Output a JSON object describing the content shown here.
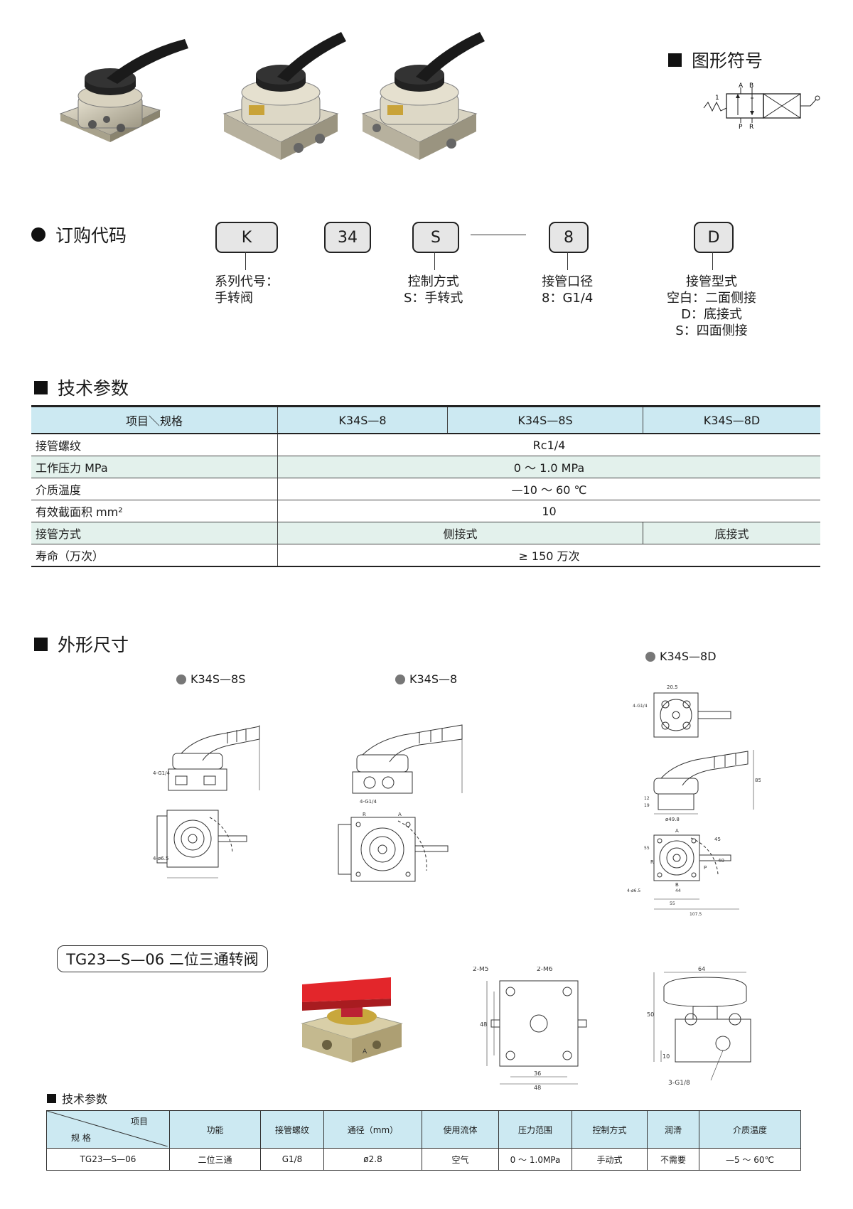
{
  "symbol_section": {
    "title": "图形符号",
    "ports": {
      "a": "A",
      "b": "B",
      "p": "P",
      "r": "R",
      "one": "1"
    }
  },
  "order_code": {
    "title": "订购代码",
    "boxes": [
      "K",
      "34",
      "S",
      "8",
      "D"
    ],
    "desc_series": "系列代号：\n手转阀",
    "desc_control": "控制方式\nS：手转式",
    "desc_port": "接管口径\n8：G1/4",
    "desc_type": "接管型式\n空白：二面侧接\nD：底接式\nS：四面侧接"
  },
  "tech_params": {
    "title": "技术参数",
    "header": [
      "项目＼规格",
      "K34S—8",
      "K34S—8S",
      "K34S—8D"
    ],
    "rows": [
      {
        "label": "接管螺纹",
        "value": "Rc1/4"
      },
      {
        "label": "工作压力 MPa",
        "value": "0 ～ 1.0 MPa"
      },
      {
        "label": "介质温度",
        "value": "—10 ～ 60 ℃"
      },
      {
        "label": "有效截面积 mm²",
        "value": "10"
      },
      {
        "label": "接管方式",
        "value_a": "侧接式",
        "value_b": "底接式"
      },
      {
        "label": "寿命（万次）",
        "value": "≥ 150 万次"
      }
    ]
  },
  "dimensions": {
    "title": "外形尺寸",
    "labels": [
      "K34S—8S",
      "K34S—8",
      "K34S—8D"
    ],
    "notes": {
      "g14": "4-G1/4",
      "d65": "4-ø6.5",
      "d498": "ø49.8",
      "d205": "20.5",
      "d85": "85",
      "d19": "19",
      "d12": "12",
      "d44": "44",
      "d55": "55",
      "d1075": "107.5",
      "d40": "40",
      "d45": "45",
      "a": "A",
      "b": "B",
      "p": "P",
      "r": "R"
    }
  },
  "tg_section": {
    "title": "TG23—S—06 二位三通转阀",
    "drawing_notes": {
      "m5": "2-M5",
      "m6": "2-M6",
      "d36": "36",
      "d48": "48",
      "d64": "64",
      "d50": "50",
      "d10": "10",
      "g18": "3-G1/8",
      "a": "A"
    },
    "params_title": "技术参数",
    "table": {
      "header_top": "项目",
      "header_bottom": "规  格",
      "columns": [
        "功能",
        "接管螺纹",
        "通径（mm）",
        "使用流体",
        "压力范围",
        "控制方式",
        "润滑",
        "介质温度"
      ],
      "row": [
        "TG23—S—06",
        "二位三通",
        "G1/8",
        "ø2.8",
        "空气",
        "0 ～ 1.0MPa",
        "手动式",
        "不需要",
        "—5 ～ 60℃"
      ]
    }
  }
}
